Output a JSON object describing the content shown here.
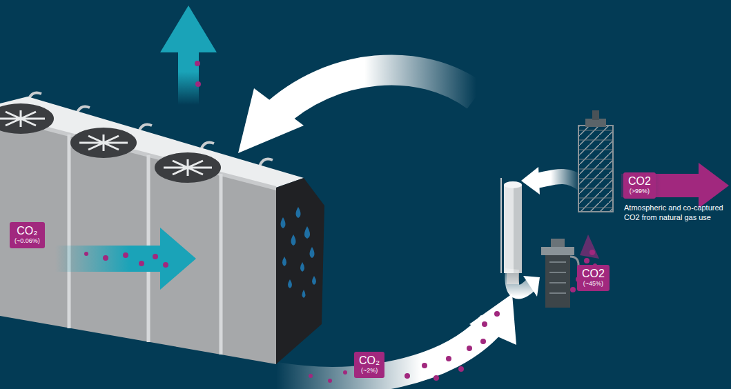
{
  "diagram": {
    "nodes": [
      {
        "text": [
          "CO₂",
          "(~0.06%)"
        ]
      },
      {
        "text": [
          "CO₂",
          "(~2%)"
        ]
      },
      {
        "text": [
          "CO2",
          "(~45%)"
        ]
      },
      {
        "text": [
          "CO2",
          "(>99%)"
        ]
      }
    ],
    "labels": [
      "Atmospheric and co-captured CO2 from natural gas use"
    ]
  }
}
